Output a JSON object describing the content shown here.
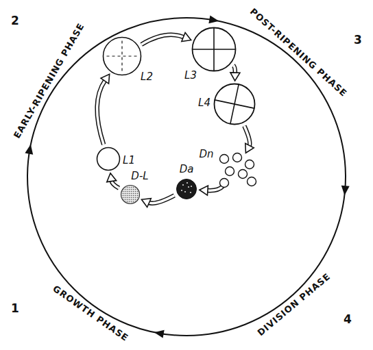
{
  "diagram": {
    "nodes": [
      {
        "text": [
          "L1"
        ]
      },
      {
        "text": [
          "L2"
        ]
      },
      {
        "text": [
          "L3"
        ]
      },
      {
        "text": [
          "L4"
        ]
      },
      {
        "text": [
          "Dn"
        ]
      },
      {
        "text": [
          "Da"
        ]
      },
      {
        "text": [
          "D-L"
        ]
      }
    ],
    "edges": [
      {
        "from": 0,
        "to": 1,
        "arrow": "to"
      },
      {
        "from": 1,
        "to": 2,
        "arrow": "to"
      },
      {
        "from": 2,
        "to": 3,
        "arrow": "to"
      },
      {
        "from": 3,
        "to": 4,
        "arrow": "to"
      },
      {
        "from": 4,
        "to": 5,
        "arrow": "to"
      },
      {
        "from": 5,
        "to": 6,
        "arrow": "to"
      },
      {
        "from": 6,
        "to": 0,
        "arrow": "to"
      }
    ],
    "labels": [
      "2",
      "EARLY-RIPENING PHASE",
      "3",
      "POST-RIPENING PHASE",
      "4",
      "DIVISION PHASE",
      "1",
      "GROWTH PHASE"
    ]
  }
}
